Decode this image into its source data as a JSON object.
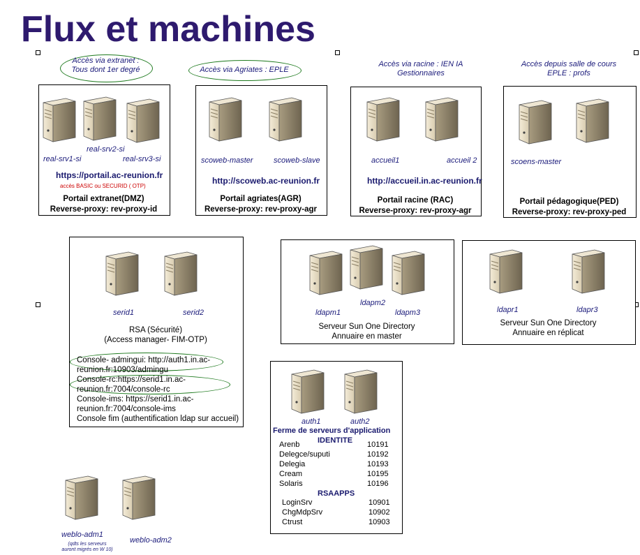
{
  "title": "Flux et machines",
  "notes": {
    "extranet": [
      "Accès via extranet :",
      "Tous dont 1er degré"
    ],
    "agriates": "Accès via Agriates : EPLE",
    "racine": [
      "Accès via racine : IEN IA",
      "Gestionnaires"
    ],
    "salle": [
      "Accès depuis salle de cours",
      "EPLE : profs"
    ]
  },
  "dmz": {
    "servers": [
      "real-srv1-si",
      "real-srv2-si",
      "real-srv3-si"
    ],
    "url": "https://portail.ac-reunion.fr",
    "auth_note": "accès BASIC ou SECURID ( OTP)",
    "caption": "Portail extranet(DMZ)",
    "proxy": "Reverse-proxy: rev-proxy-id"
  },
  "agr": {
    "servers": [
      "scoweb-master",
      "scoweb-slave"
    ],
    "url": "http://scoweb.ac-reunion.fr",
    "caption": "Portail agriates(AGR)",
    "proxy": "Reverse-proxy: rev-proxy-agr"
  },
  "rac": {
    "servers": [
      "accueil1",
      "accueil 2"
    ],
    "url": "http://accueil.in.ac-reunion.fr",
    "caption": "Portail racine (RAC)",
    "proxy": "Reverse-proxy: rev-proxy-agr"
  },
  "ped": {
    "servers": [
      "scoens-master"
    ],
    "caption": "Portail pédagogique(PED)",
    "proxy": "Reverse-proxy: rev-proxy-ped"
  },
  "rsa": {
    "servers": [
      "serid1",
      "serid2"
    ],
    "caption1": "RSA (Sécurité)",
    "caption2": "(Access manager- FIM-OTP)",
    "consoles": [
      "Console- admingui: http://auth1.in.ac-",
      "reunion.fr:10903/admingu",
      "Console-rc:https://serid1.in.ac-",
      "reunion.fr:7004/console-rc",
      "Console-ims: https://serid1.in.ac-",
      "reunion.fr:7004/console-ims",
      "Console fim (authentification ldap sur accueil)"
    ]
  },
  "ldap_master": {
    "servers": [
      "ldapm1",
      "ldapm2",
      "ldapm3"
    ],
    "caption1": "Serveur Sun One Directory",
    "caption2": "Annuaire en master"
  },
  "ldap_replica": {
    "servers": [
      "ldapr1",
      "ldapr3"
    ],
    "caption1": "Serveur Sun One Directory",
    "caption2": "Annuaire en réplicat"
  },
  "app": {
    "servers": [
      "auth1",
      "auth2"
    ],
    "caption": "Ferme de serveurs d'application",
    "section1": "IDENTITE",
    "rows1": [
      {
        "name": "Arenb",
        "port": "10191"
      },
      {
        "name": "Delegce/suputi",
        "port": "10192"
      },
      {
        "name": "Delegia",
        "port": "10193"
      },
      {
        "name": "Cream",
        "port": "10195"
      },
      {
        "name": "Solaris",
        "port": "10196"
      }
    ],
    "section2": "RSAAPPS",
    "rows2": [
      {
        "name": "LoginSrv",
        "port": "10901"
      },
      {
        "name": "ChgMdpSrv",
        "port": "10902"
      },
      {
        "name": "Ctrust",
        "port": "10903"
      }
    ]
  },
  "weblo": {
    "servers": [
      "weblo-adm1",
      "weblo-adm2"
    ],
    "note": [
      "(qdts les serveurs",
      "auront migrés en W 10)"
    ]
  }
}
